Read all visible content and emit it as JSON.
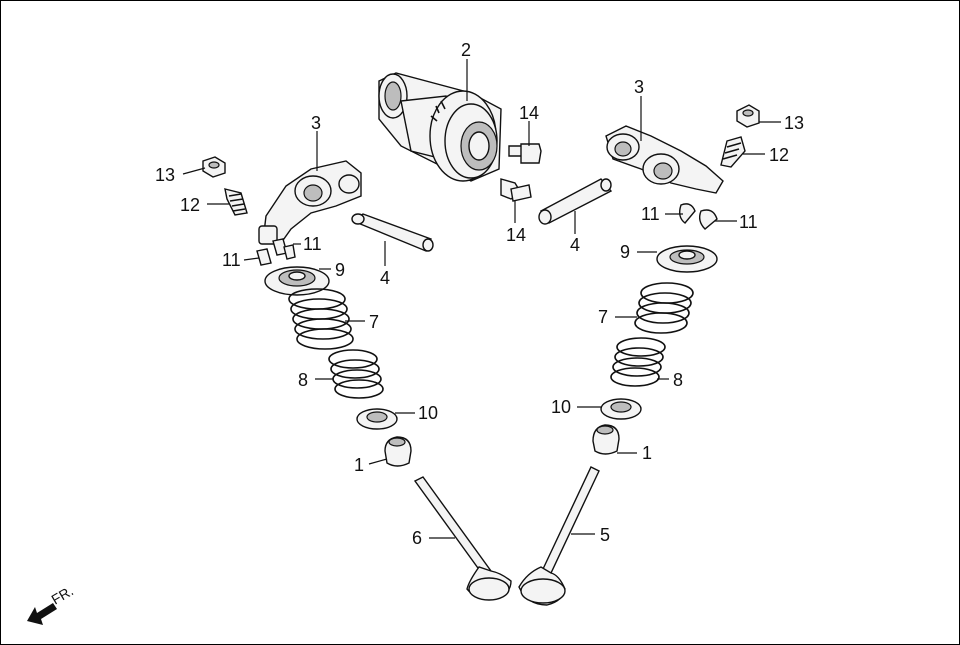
{
  "labels": {
    "l1a": "1",
    "l1b": "1",
    "l2": "2",
    "l3a": "3",
    "l3b": "3",
    "l4a": "4",
    "l4b": "4",
    "l5": "5",
    "l6": "6",
    "l7a": "7",
    "l7b": "7",
    "l8a": "8",
    "l8b": "8",
    "l9a": "9",
    "l9b": "9",
    "l10a": "10",
    "l10b": "10",
    "l11a": "11",
    "l11b": "11",
    "l11c": "11",
    "l11d": "11",
    "l12a": "12",
    "l12b": "12",
    "l13a": "13",
    "l13b": "13",
    "l14a": "14",
    "l14b": "14",
    "front": "FR."
  }
}
